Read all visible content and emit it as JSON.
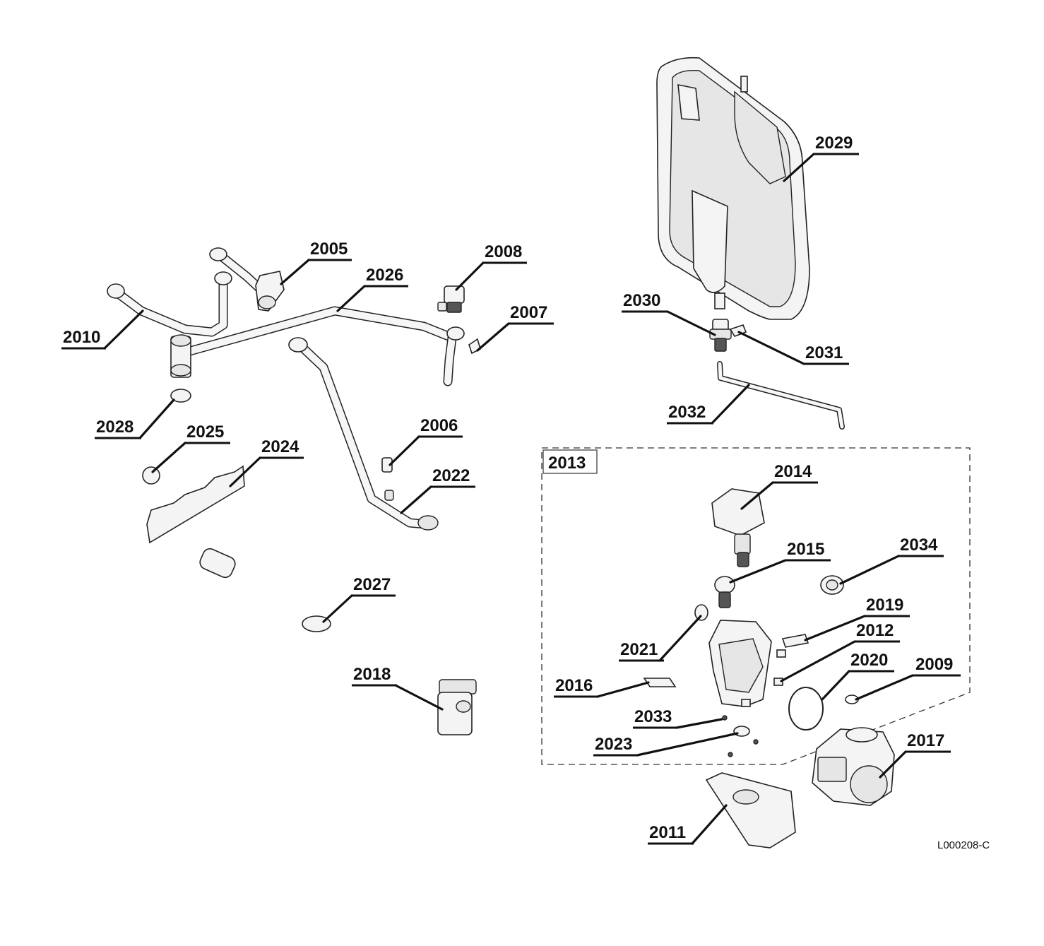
{
  "reference_code": "L000208-C",
  "group_label": "2013",
  "callouts": [
    {
      "id": "p2005",
      "text": "2005"
    },
    {
      "id": "p2006",
      "text": "2006"
    },
    {
      "id": "p2007",
      "text": "2007"
    },
    {
      "id": "p2008",
      "text": "2008"
    },
    {
      "id": "p2009",
      "text": "2009"
    },
    {
      "id": "p2010",
      "text": "2010"
    },
    {
      "id": "p2011",
      "text": "2011"
    },
    {
      "id": "p2012",
      "text": "2012"
    },
    {
      "id": "p2014",
      "text": "2014"
    },
    {
      "id": "p2015",
      "text": "2015"
    },
    {
      "id": "p2016",
      "text": "2016"
    },
    {
      "id": "p2017",
      "text": "2017"
    },
    {
      "id": "p2018",
      "text": "2018"
    },
    {
      "id": "p2019",
      "text": "2019"
    },
    {
      "id": "p2020",
      "text": "2020"
    },
    {
      "id": "p2021",
      "text": "2021"
    },
    {
      "id": "p2022",
      "text": "2022"
    },
    {
      "id": "p2023",
      "text": "2023"
    },
    {
      "id": "p2024",
      "text": "2024"
    },
    {
      "id": "p2025",
      "text": "2025"
    },
    {
      "id": "p2026",
      "text": "2026"
    },
    {
      "id": "p2027",
      "text": "2027"
    },
    {
      "id": "p2028",
      "text": "2028"
    },
    {
      "id": "p2029",
      "text": "2029"
    },
    {
      "id": "p2030",
      "text": "2030"
    },
    {
      "id": "p2031",
      "text": "2031"
    },
    {
      "id": "p2032",
      "text": "2032"
    },
    {
      "id": "p2033",
      "text": "2033"
    },
    {
      "id": "p2034",
      "text": "2034"
    }
  ]
}
